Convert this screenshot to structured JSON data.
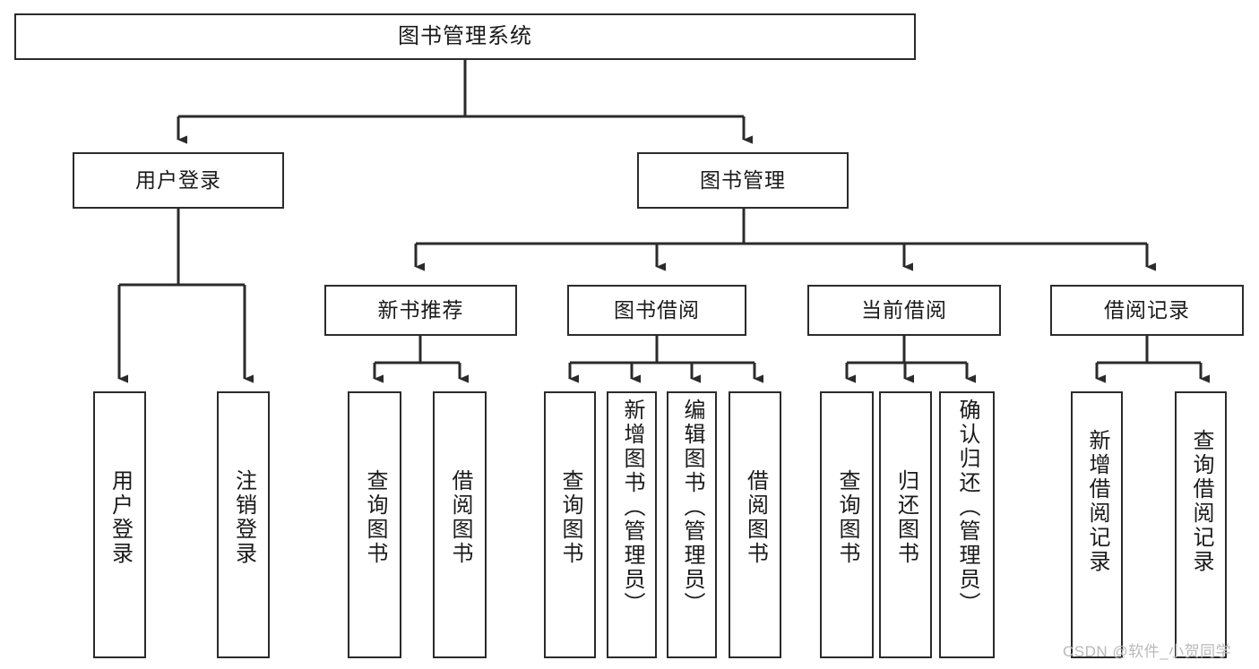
{
  "diagram": {
    "title": "图书管理系统",
    "type": "tree-hierarchy-chart",
    "root": {
      "id": "root",
      "label": "图书管理系统"
    },
    "level2": [
      {
        "id": "user-login",
        "label": "用户登录"
      },
      {
        "id": "book-manage",
        "label": "图书管理"
      }
    ],
    "level3": [
      {
        "id": "new-book-rec",
        "label": "新书推荐"
      },
      {
        "id": "book-borrow",
        "label": "图书借阅"
      },
      {
        "id": "current-borrow",
        "label": "当前借阅"
      },
      {
        "id": "borrow-record",
        "label": "借阅记录"
      }
    ],
    "leaves": {
      "user_login": [
        {
          "id": "leaf-user-login",
          "label": "用户登录"
        },
        {
          "id": "leaf-user-logout",
          "label": "注销登录"
        }
      ],
      "new_book_rec": [
        {
          "id": "leaf-query-book-1",
          "label": "查询图书"
        },
        {
          "id": "leaf-borrow-book-1",
          "label": "借阅图书"
        }
      ],
      "book_borrow": [
        {
          "id": "leaf-query-book-2",
          "label": "查询图书"
        },
        {
          "id": "leaf-add-book",
          "label": "新增图书（管理员）"
        },
        {
          "id": "leaf-edit-book",
          "label": "编辑图书（管理员）"
        },
        {
          "id": "leaf-borrow-book-2",
          "label": "借阅图书"
        }
      ],
      "current_borrow": [
        {
          "id": "leaf-query-book-3",
          "label": "查询图书"
        },
        {
          "id": "leaf-return-book",
          "label": "归还图书"
        },
        {
          "id": "leaf-confirm-return",
          "label": "确认归还（管理员）"
        }
      ],
      "borrow_record": [
        {
          "id": "leaf-add-record",
          "label": "新增借阅记录"
        },
        {
          "id": "leaf-query-record",
          "label": "查询借阅记录"
        }
      ]
    }
  },
  "watermark": {
    "text": "CSDN @软件_小贺同学"
  },
  "colors": {
    "stroke": "#2b2b2b",
    "background": "#ffffff",
    "text": "#1a1a1a",
    "watermark": "#b9b9b9"
  }
}
